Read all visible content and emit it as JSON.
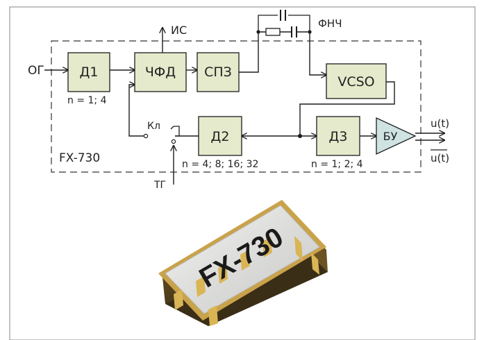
{
  "colors": {
    "block_fill": "#e4eacb",
    "amp_fill": "#cfe4e2",
    "line": "#1c1c1c",
    "frame": "#9a9a9a",
    "chip_gold": "#a8852c",
    "chip_lid": "#e6e6e6"
  },
  "blocks": {
    "d1": "Д1",
    "chfd": "ЧФД",
    "spz": "СПЗ",
    "vcso": "VCSO",
    "d2": "Д2",
    "d3": "Д3",
    "bu": "БУ"
  },
  "signals": {
    "og": "ОГ",
    "is": "ИС",
    "fnch": "ФНЧ",
    "kl": "Кл",
    "tg": "ТГ",
    "out_pos": "u(t)",
    "out_neg": "u(t)"
  },
  "notes": {
    "d1_n": "n = 1; 4",
    "d2_n": "n = 4; 8; 16; 32",
    "d3_n": "n = 1; 2; 4",
    "module": "FX-730"
  },
  "chip": {
    "marking": "FX-730"
  }
}
